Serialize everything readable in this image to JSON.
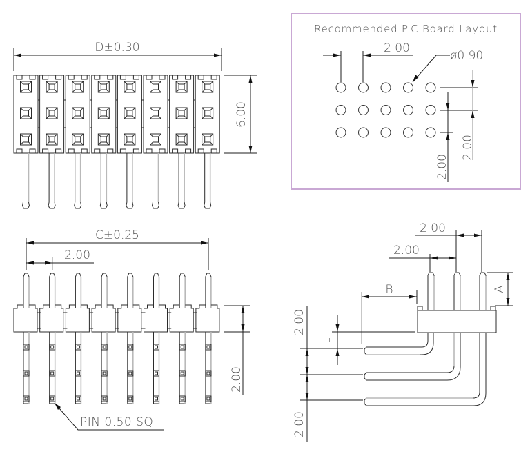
{
  "drawing": {
    "type": "pin header dimensional drawing",
    "pin_count_shown": 8,
    "rows": 3,
    "colors": {
      "line": "#2b2b2b",
      "secondary_line": "#b9b9b9",
      "text": "#555555",
      "layout_box_border": "#c9a8d4"
    }
  },
  "top_view": {
    "width_dim": "D±0.30",
    "height_dim": "6.00"
  },
  "pcb_layout": {
    "title": "Recommended P.C.Board Layout",
    "pitch_x": "2.00",
    "hole_diameter": "ø0.90",
    "pitch_y_right": "2.00",
    "pitch_y_left": "2.00",
    "hole_columns": 5,
    "hole_rows": 3
  },
  "front_view": {
    "width_dim": "C±0.25",
    "pitch": "2.00",
    "height_dim": "2.00",
    "pin_note": "PIN 0.50 SQ"
  },
  "side_view": {
    "pitch_top": "2.00",
    "pitch_mid": "2.00",
    "dim_a": "A",
    "dim_b": "B",
    "dim_e": "E",
    "left_dim_top": "2.00",
    "left_dim_bottom": "2.00"
  }
}
